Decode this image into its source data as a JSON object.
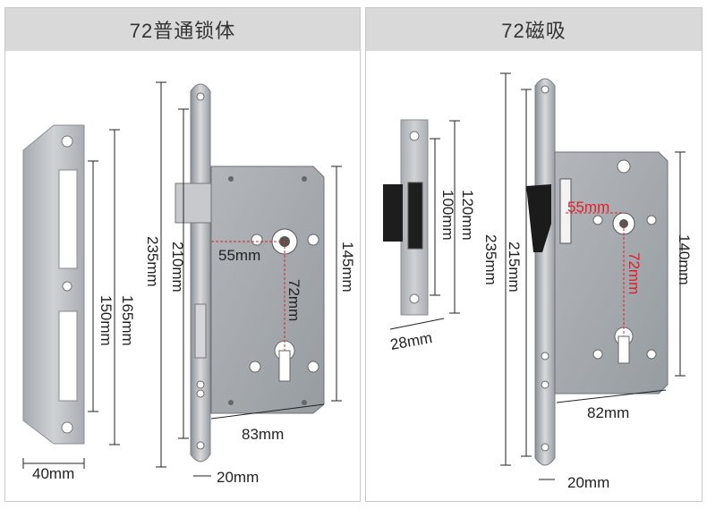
{
  "panels": {
    "left": {
      "title": "72普通锁体"
    },
    "right": {
      "title": "72磁吸"
    }
  },
  "left_dims": {
    "strike_width": "40mm",
    "strike_height_outer": "165mm",
    "strike_height_inner": "150mm",
    "faceplate_height": "235mm",
    "faceplate_inner": "210mm",
    "handle_to_cylinder": "55mm",
    "center_distance": "72mm",
    "body_height": "145mm",
    "body_width": "83mm",
    "faceplate_width": "20mm"
  },
  "right_dims": {
    "strike_width": "28mm",
    "strike_height_outer": "120mm",
    "strike_height_inner": "100mm",
    "faceplate_height": "235mm",
    "faceplate_inner": "215mm",
    "handle_to_cylinder": "55mm",
    "center_distance": "72mm",
    "body_height": "140mm",
    "body_width": "82mm",
    "faceplate_width": "20mm"
  },
  "colors": {
    "header_bg": "#d9d9d9",
    "metal": "#b9bcc0",
    "body": "#9ea3a8",
    "accent_red": "#e0202a"
  }
}
